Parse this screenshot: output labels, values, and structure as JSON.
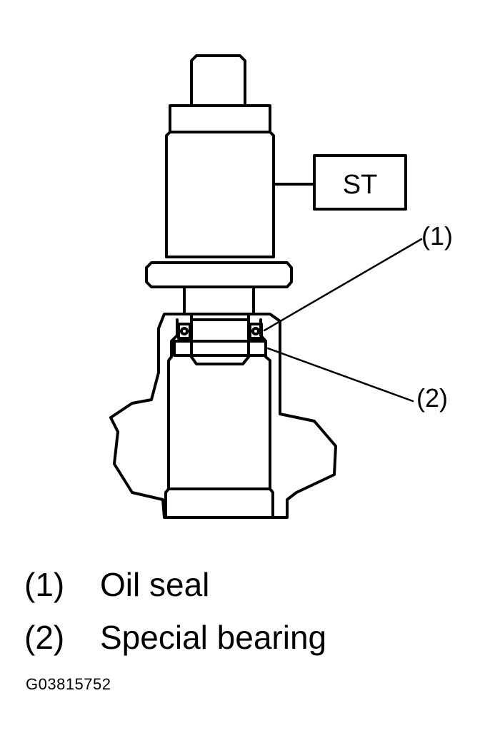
{
  "diagram": {
    "tool_label": "ST",
    "callouts": [
      {
        "number": "(1)"
      },
      {
        "number": "(2)"
      }
    ]
  },
  "legend": [
    {
      "number": "(1)",
      "label": "Oil seal"
    },
    {
      "number": "(2)",
      "label": "Special bearing"
    }
  ],
  "figure_id": "G03815752"
}
